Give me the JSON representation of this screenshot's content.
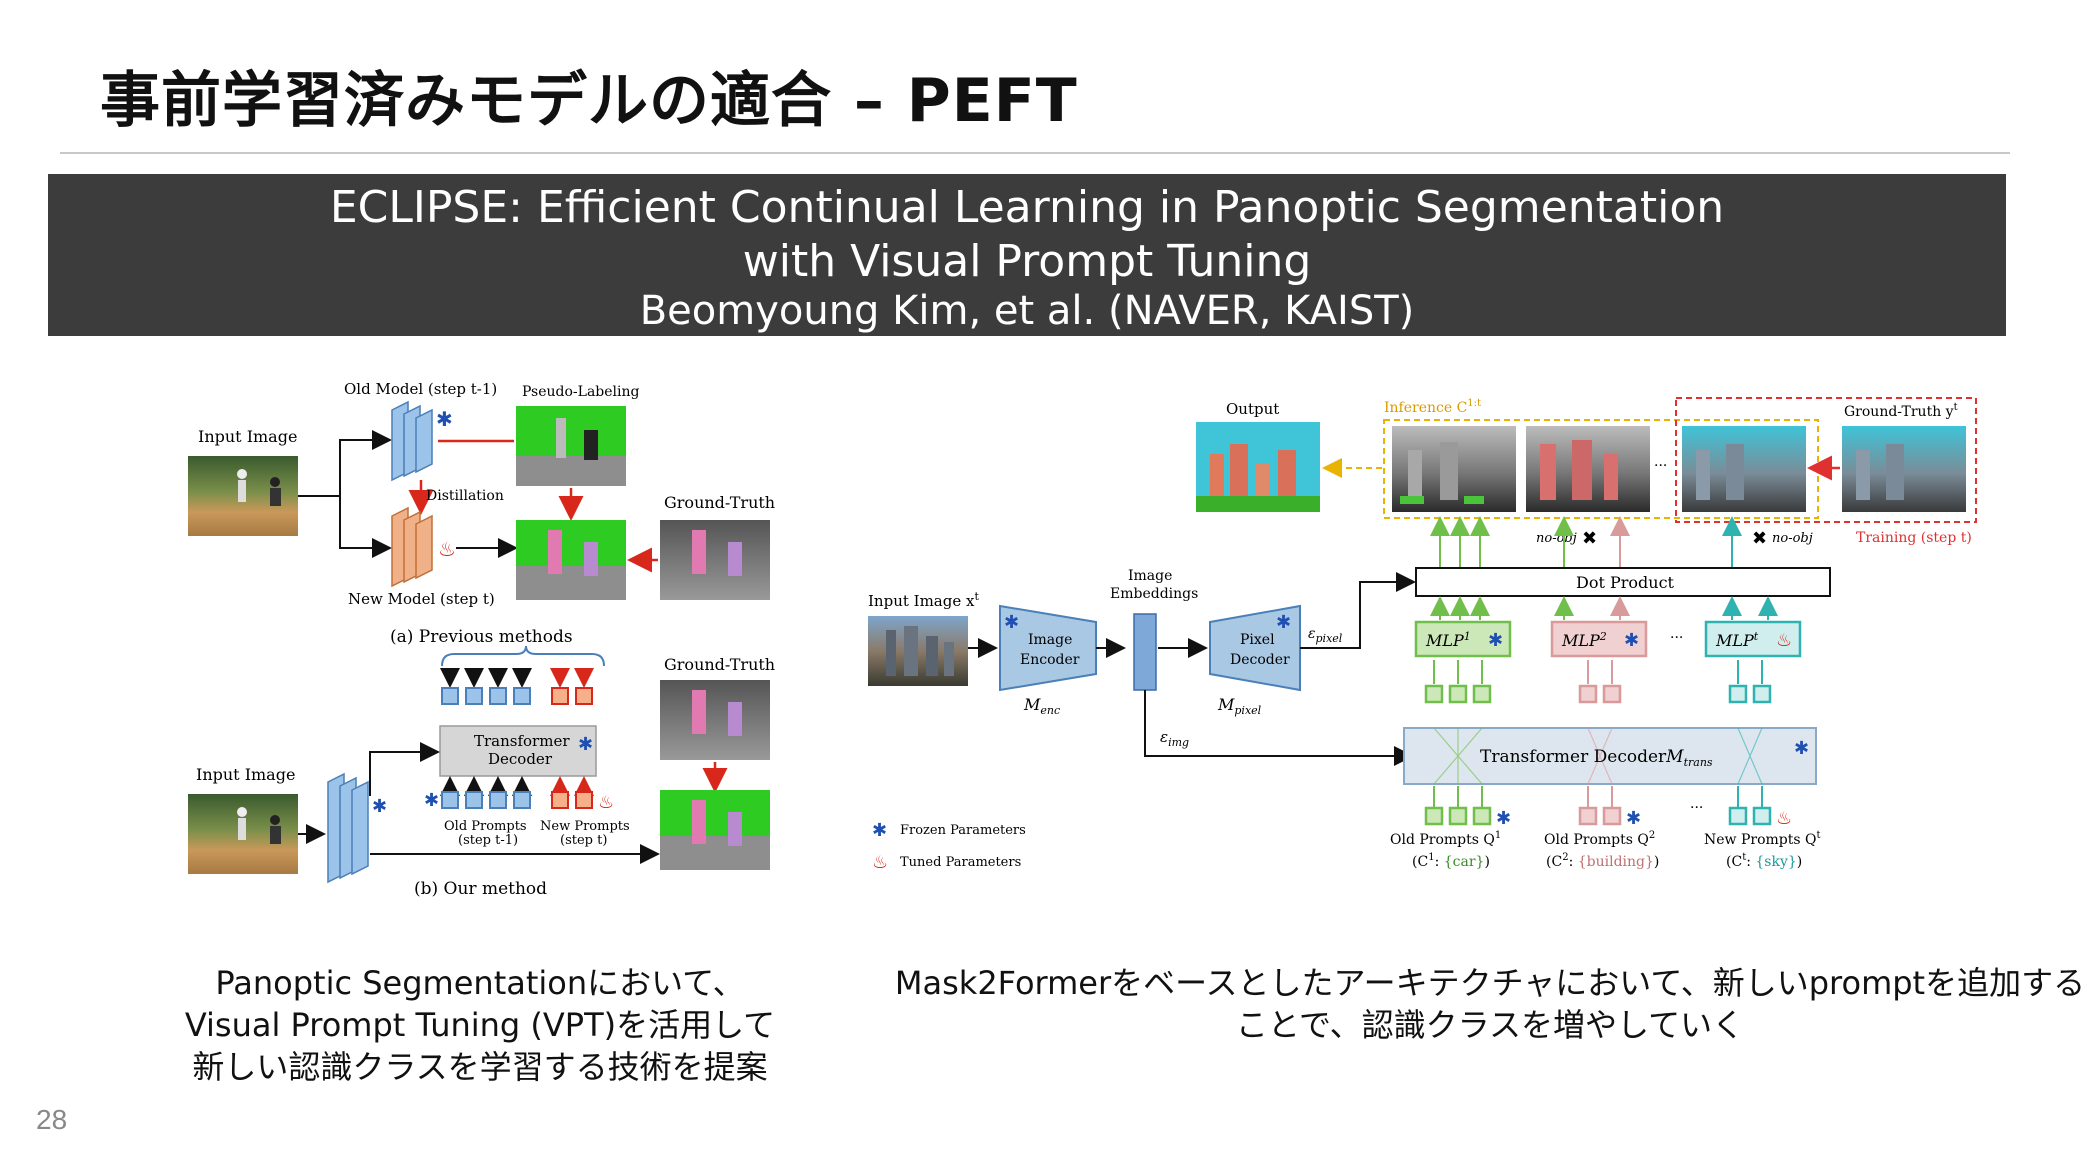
{
  "slide": {
    "title": "事前学習済みモデルの適合 – PEFT",
    "page_number": "28"
  },
  "banner": {
    "line1": "ECLIPSE: Efficient Continual Learning in Panoptic Segmentation",
    "line2": "with Visual Prompt Tuning",
    "line3": "Beomyoung Kim, et al. (NAVER, KAIST)"
  },
  "left_figure": {
    "top": {
      "input_image": "Input Image",
      "old_model": "Old Model (step t-1)",
      "pseudo_labeling": "Pseudo-Labeling",
      "distillation": "Distillation",
      "ground_truth": "Ground-Truth",
      "new_model": "New Model (step t)",
      "caption": "(a) Previous methods"
    },
    "bottom": {
      "ground_truth": "Ground-Truth",
      "transformer_decoder_1": "Transformer",
      "transformer_decoder_2": "Decoder",
      "input_image": "Input Image",
      "old_prompts_1": "Old Prompts",
      "old_prompts_2": "(step t-1)",
      "new_prompts_1": "New Prompts",
      "new_prompts_2": "(step t)",
      "caption": "(b) Our method"
    }
  },
  "right_figure": {
    "output": "Output",
    "inference": "Inference C",
    "inference_sup": "1:t",
    "ground_truth": "Ground-Truth y",
    "ground_truth_sup": "t",
    "no_obj": "no-obj",
    "training": "Training (step t)",
    "dot_product": "Dot Product",
    "input_image": "Input Image x",
    "input_image_sup": "t",
    "image_embeddings_1": "Image",
    "image_embeddings_2": "Embeddings",
    "image_encoder_1": "Image",
    "image_encoder_2": "Encoder",
    "m_enc": "M",
    "m_enc_sub": "enc",
    "pixel_decoder_1": "Pixel",
    "pixel_decoder_2": "Decoder",
    "m_pixel": "M",
    "m_pixel_sub": "pixel",
    "e_pixel": "ε",
    "e_pixel_sub": "pixel",
    "e_img": "ε",
    "e_img_sub": "img",
    "mlp1": "MLP",
    "mlp1_sup": "1",
    "mlp2": "MLP",
    "mlp2_sup": "2",
    "mlpt": "MLP",
    "mlpt_sup": "t",
    "ellipsis": "···",
    "transformer_decoder": "Transformer Decoder",
    "m_trans": "M",
    "m_trans_sub": "trans",
    "old_prompts_q1": "Old Prompts Q",
    "old_prompts_q1_sup": "1",
    "old_prompts_q2": "Old Prompts Q",
    "old_prompts_q2_sup": "2",
    "new_prompts_qt": "New Prompts Q",
    "new_prompts_qt_sup": "t",
    "class_c1_pre": "(C",
    "class_c1_sup": "1",
    "class_c1_mid": ": ",
    "class_c1_val": "{car}",
    "class_c1_post": ")",
    "class_c2_pre": "(C",
    "class_c2_sup": "2",
    "class_c2_mid": ": ",
    "class_c2_val": "{building}",
    "class_c2_post": ")",
    "class_ct_pre": "(C",
    "class_ct_sup": "t",
    "class_ct_mid": ": ",
    "class_ct_val": "{sky}",
    "class_ct_post": ")",
    "legend_frozen": "Frozen Parameters",
    "legend_tuned": "Tuned Parameters"
  },
  "captions": {
    "left_1": "Panoptic Segmentationにおいて、",
    "left_2": "Visual Prompt Tuning (VPT)を活用して",
    "left_3": "新しい認識クラスを学習する技術を提案",
    "right_1": "Mask2Formerをベースとしたアーキテクチャにおいて、新しいpromptを追加する",
    "right_2": "ことで、認識クラスを増やしていく"
  },
  "colors": {
    "banner_bg": "#3c3c3c",
    "frozen_blue": "#1f4fb0",
    "tuned_red": "#d8281c",
    "old_prompt_green": "#6fbf4a",
    "old_prompt_pink": "#d89a9a",
    "new_prompt_teal": "#2fb3b0",
    "inference_box": "#e8b400",
    "training_box": "#e03030"
  },
  "icons": [
    "snowflake-icon",
    "flame-icon",
    "cross-icon"
  ]
}
